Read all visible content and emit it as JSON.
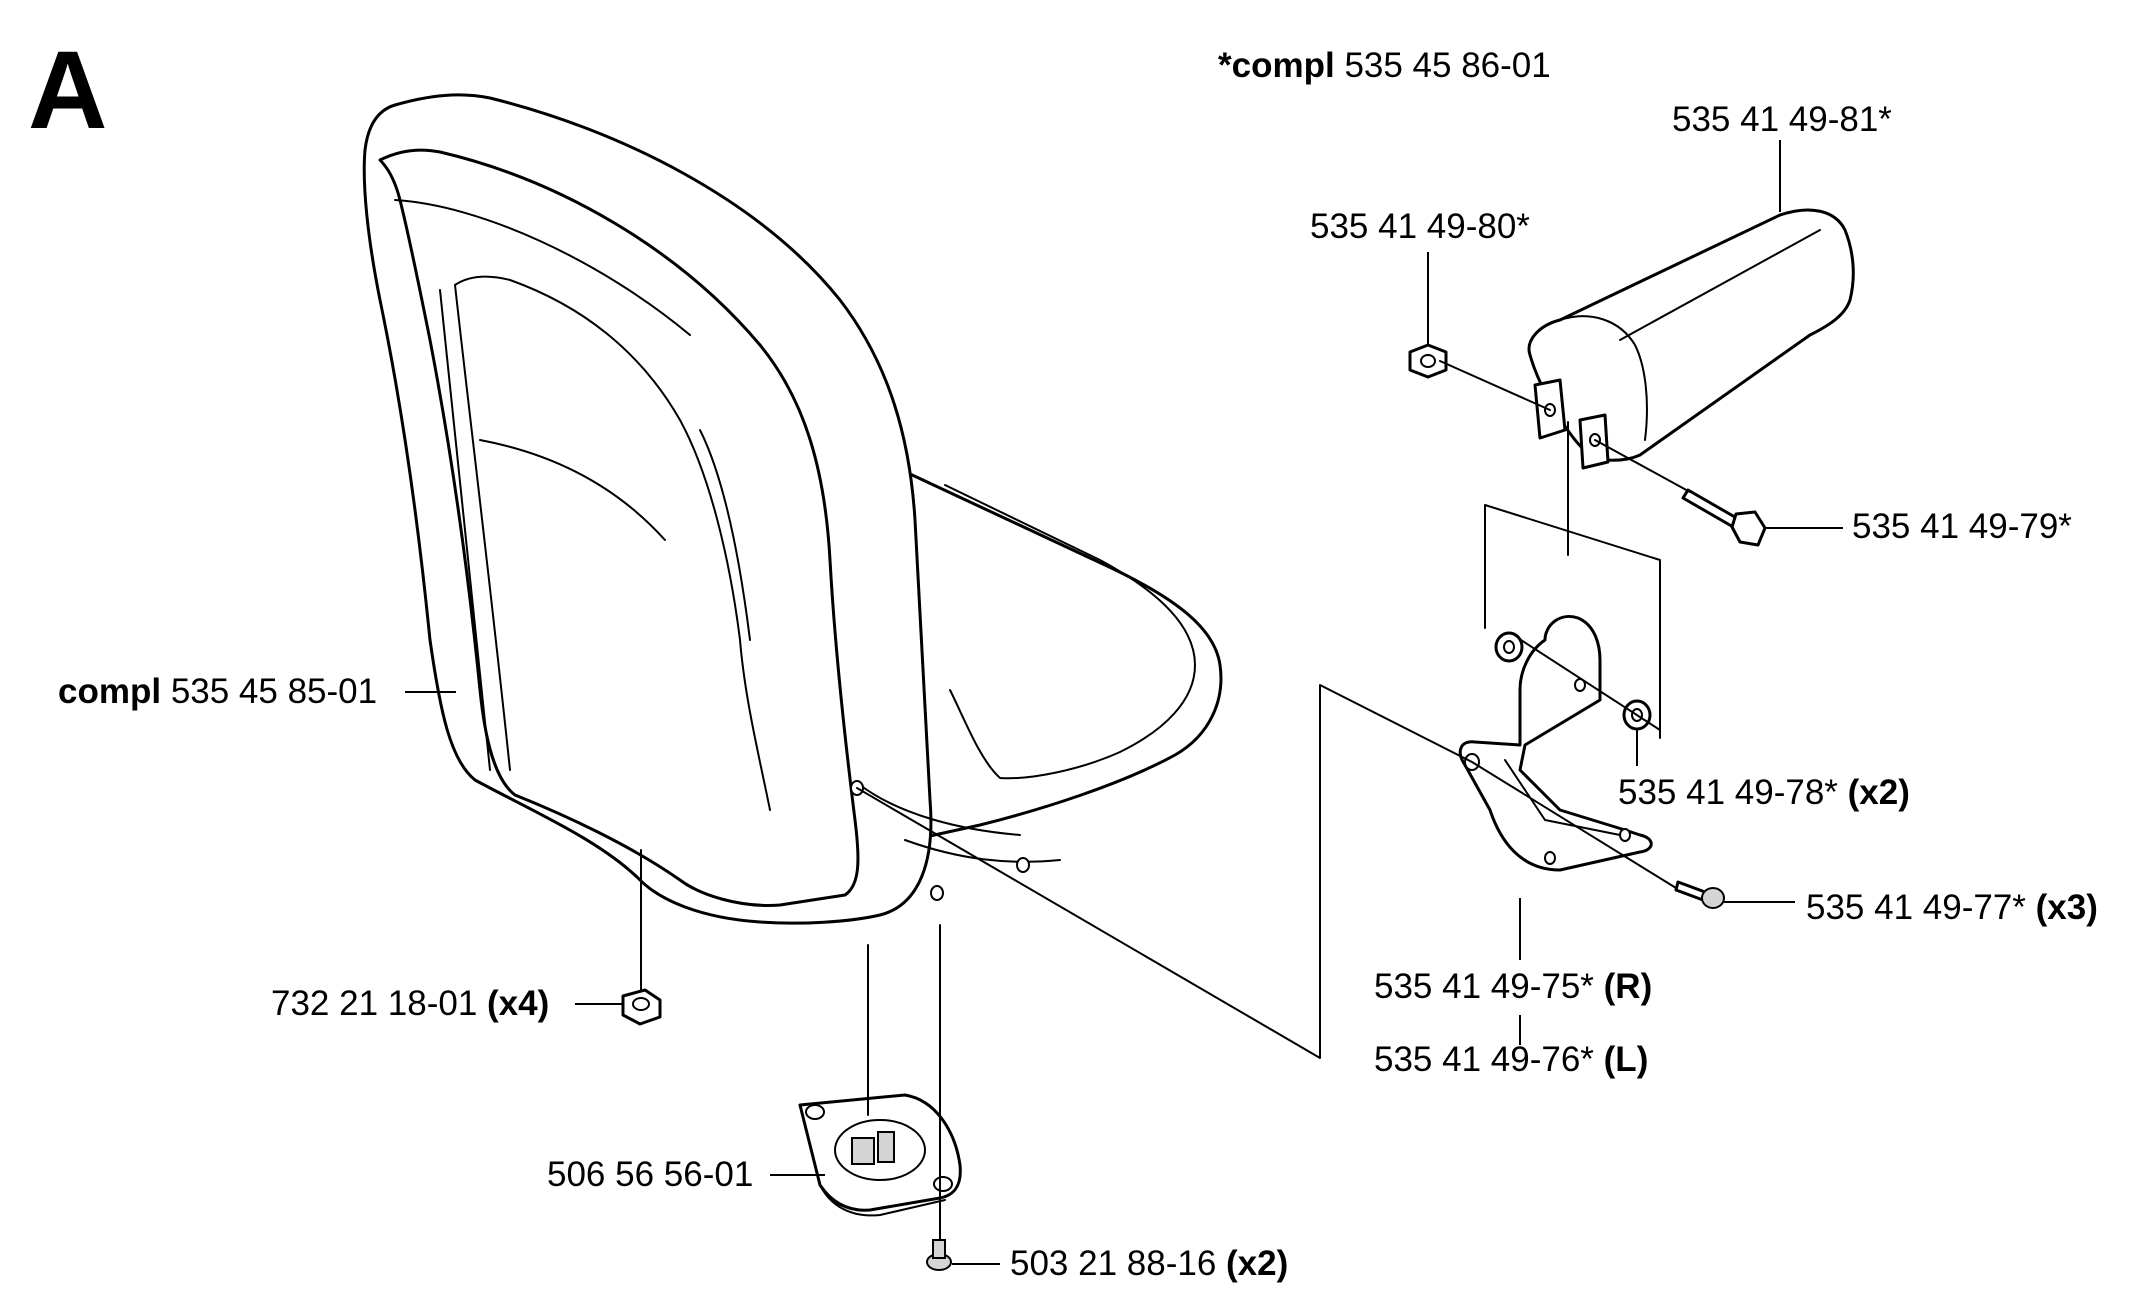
{
  "section_letter": "A",
  "callouts": {
    "armrest_compl": {
      "qualifier": "*compl",
      "part_no": "535 45 86-01",
      "qty": ""
    },
    "armrest_pad": {
      "qualifier": "",
      "part_no": "535 41 49-81*",
      "qty": ""
    },
    "armrest_nut": {
      "qualifier": "",
      "part_no": "535 41 49-80*",
      "qty": ""
    },
    "armrest_bolt": {
      "qualifier": "",
      "part_no": "535 41 49-79*",
      "qty": ""
    },
    "seat_compl": {
      "qualifier": "compl",
      "part_no": "535 45 85-01",
      "qty": ""
    },
    "washer": {
      "qualifier": "",
      "part_no": "535 41 49-78*",
      "qty": "(x2)"
    },
    "bracket_screw": {
      "qualifier": "",
      "part_no": "535 41 49-77*",
      "qty": "(x3)"
    },
    "bracket_right": {
      "qualifier": "",
      "part_no": "535 41 49-75*",
      "qty": "(R)"
    },
    "bracket_left": {
      "qualifier": "",
      "part_no": "535 41 49-76*",
      "qty": "(L)"
    },
    "seat_nut": {
      "qualifier": "",
      "part_no": "732 21 18-01",
      "qty": "(x4)"
    },
    "seat_switch": {
      "qualifier": "",
      "part_no": "506 56 56-01",
      "qty": ""
    },
    "switch_screw": {
      "qualifier": "",
      "part_no": "503 21 88-16",
      "qty": "(x2)"
    }
  }
}
